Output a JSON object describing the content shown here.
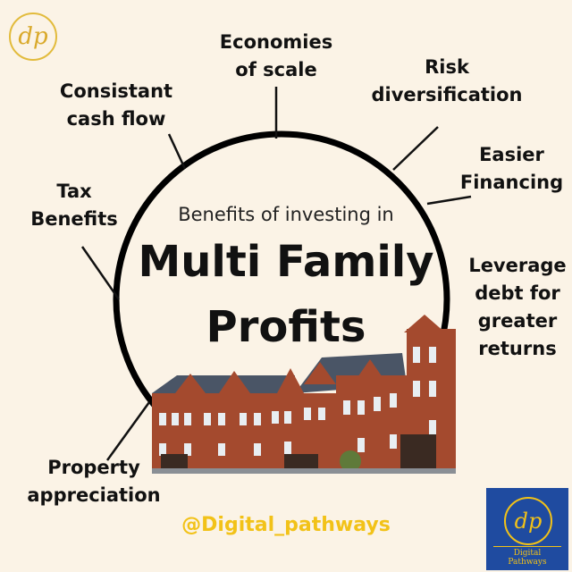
{
  "header": {
    "subtitle": "Benefits of investing in",
    "title_line1": "Multi Family",
    "title_line2": "Profits"
  },
  "benefits": [
    "Economies\nof scale",
    "Risk\ndiversification",
    "Consistant\ncash flow",
    "Easier\nFinancing",
    "Tax\nBenefits",
    "Leverage\ndebt for\ngreater\nreturns",
    "Property\nappreciation"
  ],
  "footer": {
    "handle": "@Digital_pathways"
  },
  "logo": {
    "monogram": "dp",
    "caption": "Digital Pathways"
  },
  "colors": {
    "background": "#fbf3e6",
    "accent": "#f2c218",
    "logo_bg": "#1f4ba0",
    "brick": "#a44a2e",
    "roof": "#4a5566"
  }
}
